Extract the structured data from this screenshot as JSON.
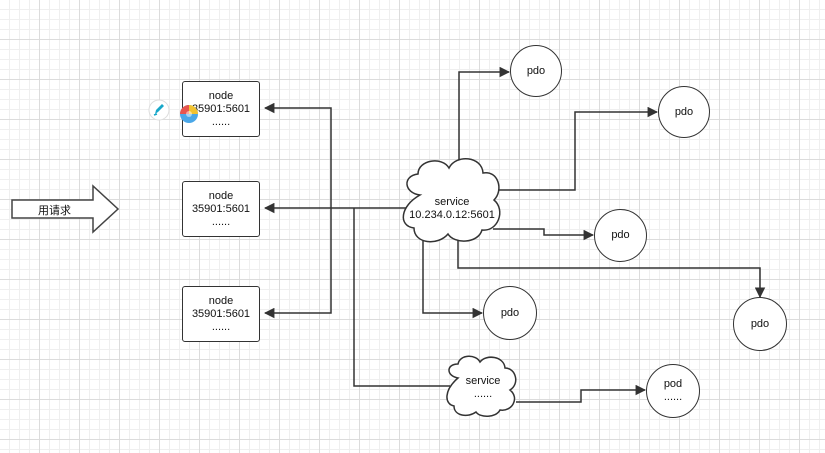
{
  "request_arrow": {
    "label": "用请求"
  },
  "nodes": [
    {
      "title": "node",
      "address": "35901:5601",
      "more": "......"
    },
    {
      "title": "node",
      "address": "35901:5601",
      "more": "......"
    },
    {
      "title": "node",
      "address": "35901:5601",
      "more": "......"
    }
  ],
  "main_service": {
    "label": "service",
    "address": "10.234.0.12:5601"
  },
  "secondary_service": {
    "label": "service",
    "more": "......"
  },
  "pods": [
    {
      "label": "pdo"
    },
    {
      "label": "pdo"
    },
    {
      "label": "pdo"
    },
    {
      "label": "pdo"
    },
    {
      "label": "pdo"
    }
  ],
  "pod_bottom": {
    "label": "pod",
    "more": "......"
  },
  "icons": [
    "pen-icon",
    "color-ball-icon"
  ]
}
